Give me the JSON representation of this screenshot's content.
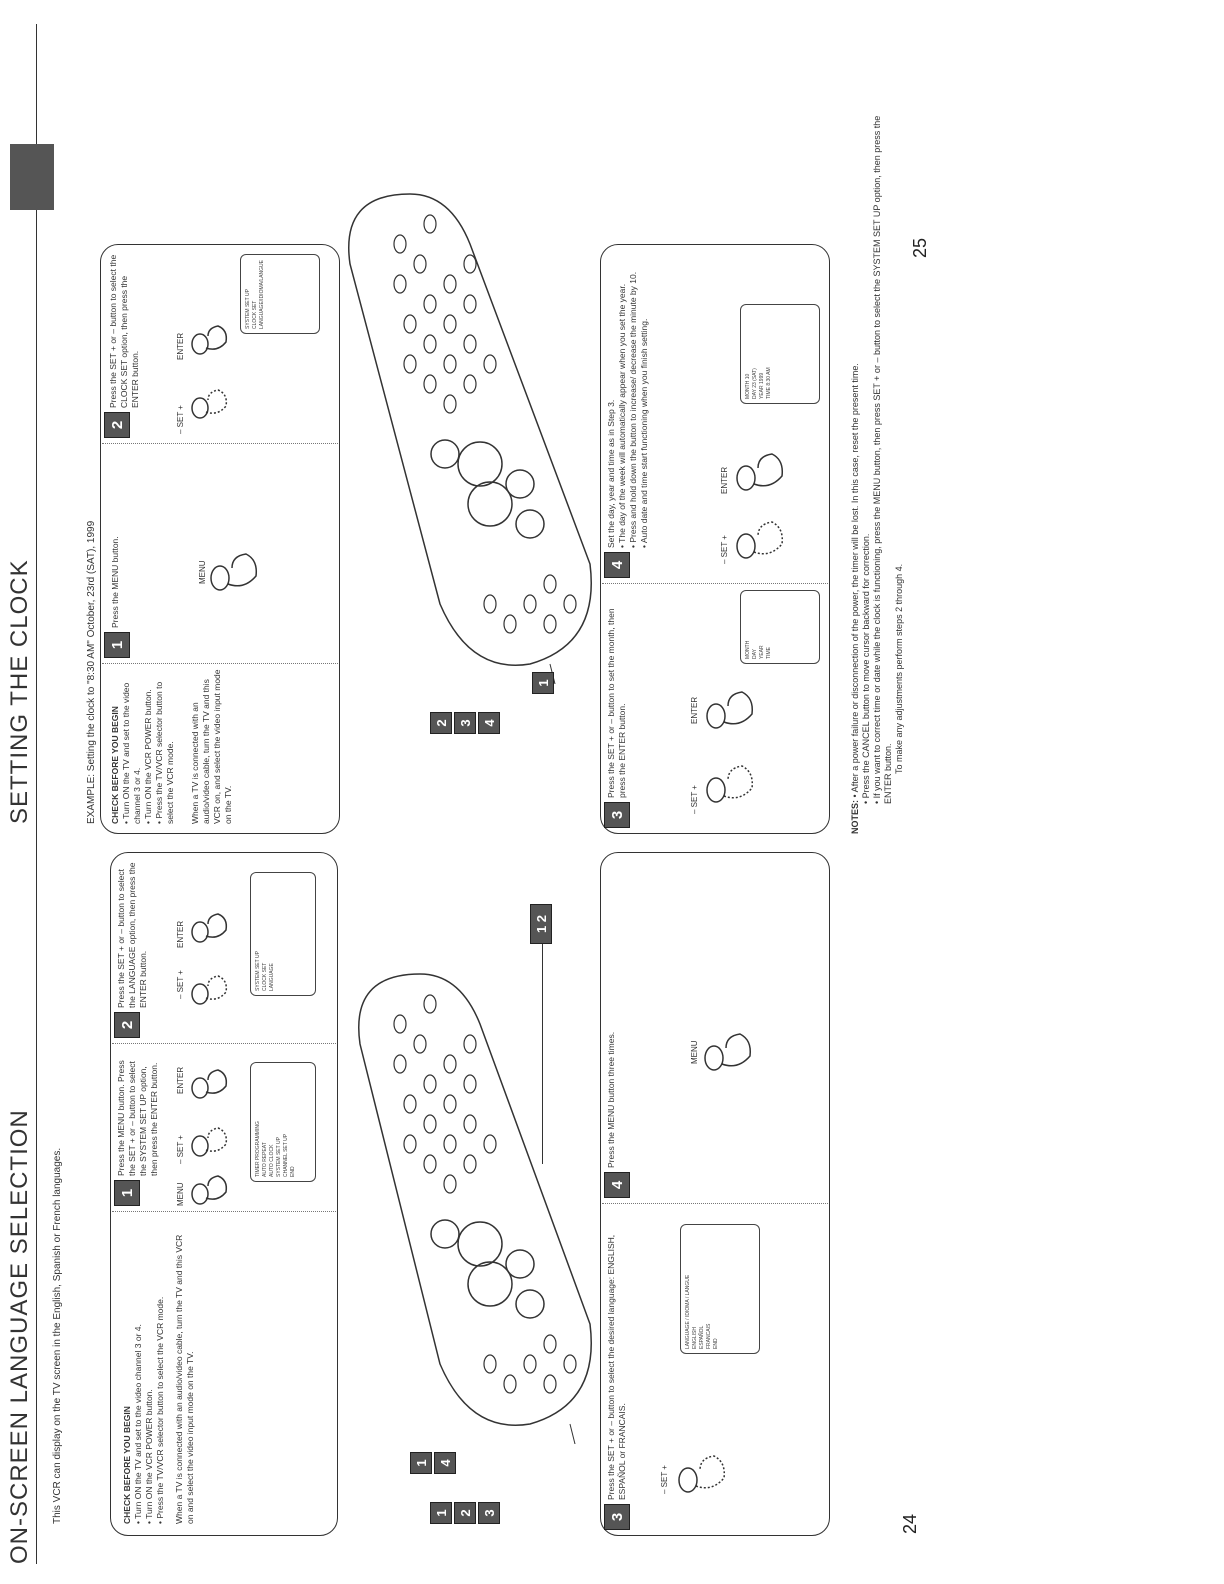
{
  "left_page": {
    "title": "ON-SCREEN LANGUAGE SELECTION",
    "intro": "This VCR can display on the TV screen in the English, Spanish or French languages.",
    "check_heading": "CHECK BEFORE YOU BEGIN",
    "check_items": [
      "• Turn ON the TV and set to the video channel 3 or 4.",
      "• Turn ON the VCR POWER button.",
      "• Press the TV/VCR selector button to select the VCR mode."
    ],
    "check_note": "When a TV is connected with an audio/video cable, turn the TV and this VCR on and select the video input mode on the TV.",
    "step1_badge": "1",
    "step1_text": "Press the MENU button. Press the SET + or – button to select the SYSTEM SET UP option, then press the ENTER button.",
    "step2_badge": "2",
    "step2_text": "Press the SET + or – button to select the LANGUAGE option, then press the ENTER button.",
    "step3_badge": "3",
    "step3_text": "Press the SET + or – button to select the desired language: ENGLISH, ESPAÑOL or FRANCAIS.",
    "step4_badge": "4",
    "step4_text": "Press the MENU button three times.",
    "remote_badges_a": [
      "1",
      "2",
      "3"
    ],
    "remote_badges_b": [
      "1",
      "4"
    ],
    "remote_badge_c": "1 2",
    "labels": {
      "menu": "MENU",
      "set": "– SET +",
      "enter": "ENTER"
    },
    "menu_screen1": [
      "TIMER PROGRAMMING",
      "AUTO REPEAT",
      "AUTO CLOCK",
      "SYSTEM SET UP",
      "CHANNEL SET UP",
      "END"
    ],
    "menu_screen2": [
      "SYSTEM SET UP",
      "CLOCK SET",
      "LANGUAGE"
    ],
    "menu_screen3": [
      "LANGUAGE / IDIOMA / LANGUE",
      "ENGLISH",
      "ESPAÑOL",
      "FRANCAIS",
      "END"
    ],
    "page_number": "24"
  },
  "right_page": {
    "title": "SETTING THE CLOCK",
    "example": "EXAMPLE: Setting the clock to \"8:30 AM\" October, 23rd (SAT), 1999",
    "check_heading": "CHECK BEFORE YOU BEGIN",
    "check_items": [
      "• Turn ON the TV and set to the video channel 3 or 4.",
      "• Turn ON the VCR POWER button.",
      "• Press the TV/VCR selector button to select the VCR mode."
    ],
    "check_note": "When a TV is connected with an audio/video cable, turn the TV and this VCR on, and select the video input mode on the TV.",
    "step1_badge": "1",
    "step1_text": "Press the MENU button.",
    "step2_badge": "2",
    "step2_text": "Press the SET + or – button to select the CLOCK SET option, then press the ENTER button.",
    "step3_badge": "3",
    "step3_text": "Press the SET + or – button to set the month, then press the ENTER button.",
    "step4_badge": "4",
    "step4_text": "Set the day, year and time as in Step 3.",
    "step4_bullets": [
      "• The day of the week will automatically appear when you set the year.",
      "• Press and hold down the button to increase/ decrease the minute by 10.",
      "• Auto date and time start functioning when you finish setting."
    ],
    "remote_badges_a": [
      "2",
      "3",
      "4"
    ],
    "remote_badge_b": "1",
    "labels": {
      "menu": "MENU",
      "set": "– SET +",
      "enter": "ENTER"
    },
    "clock_screen1": [
      "MONTH 10",
      "DAY 23 (SAT)",
      "YEAR 1999",
      "TIME 8:30 AM"
    ],
    "clock_screen2": [
      "MONTH",
      "DAY",
      "YEAR",
      "TIME"
    ],
    "system_screen": [
      "SYSTEM SET UP",
      "CLOCK SET",
      "LANGUAGE/IDIOMA/LANGUE"
    ],
    "notes_label": "NOTES:",
    "notes": [
      "• After a power failure or disconnection of the power, the timer will be lost. In this case, reset the present time.",
      "• Press the CANCEL button to move cursor backward for correction.",
      "• If you want to correct time or date while the clock is functioning, press the MENU button, then press SET + or – button to select the SYSTEM SET UP option, then press the ENTER button.",
      "To make any adjustments perform steps 2 through 4."
    ],
    "page_number": "25"
  }
}
